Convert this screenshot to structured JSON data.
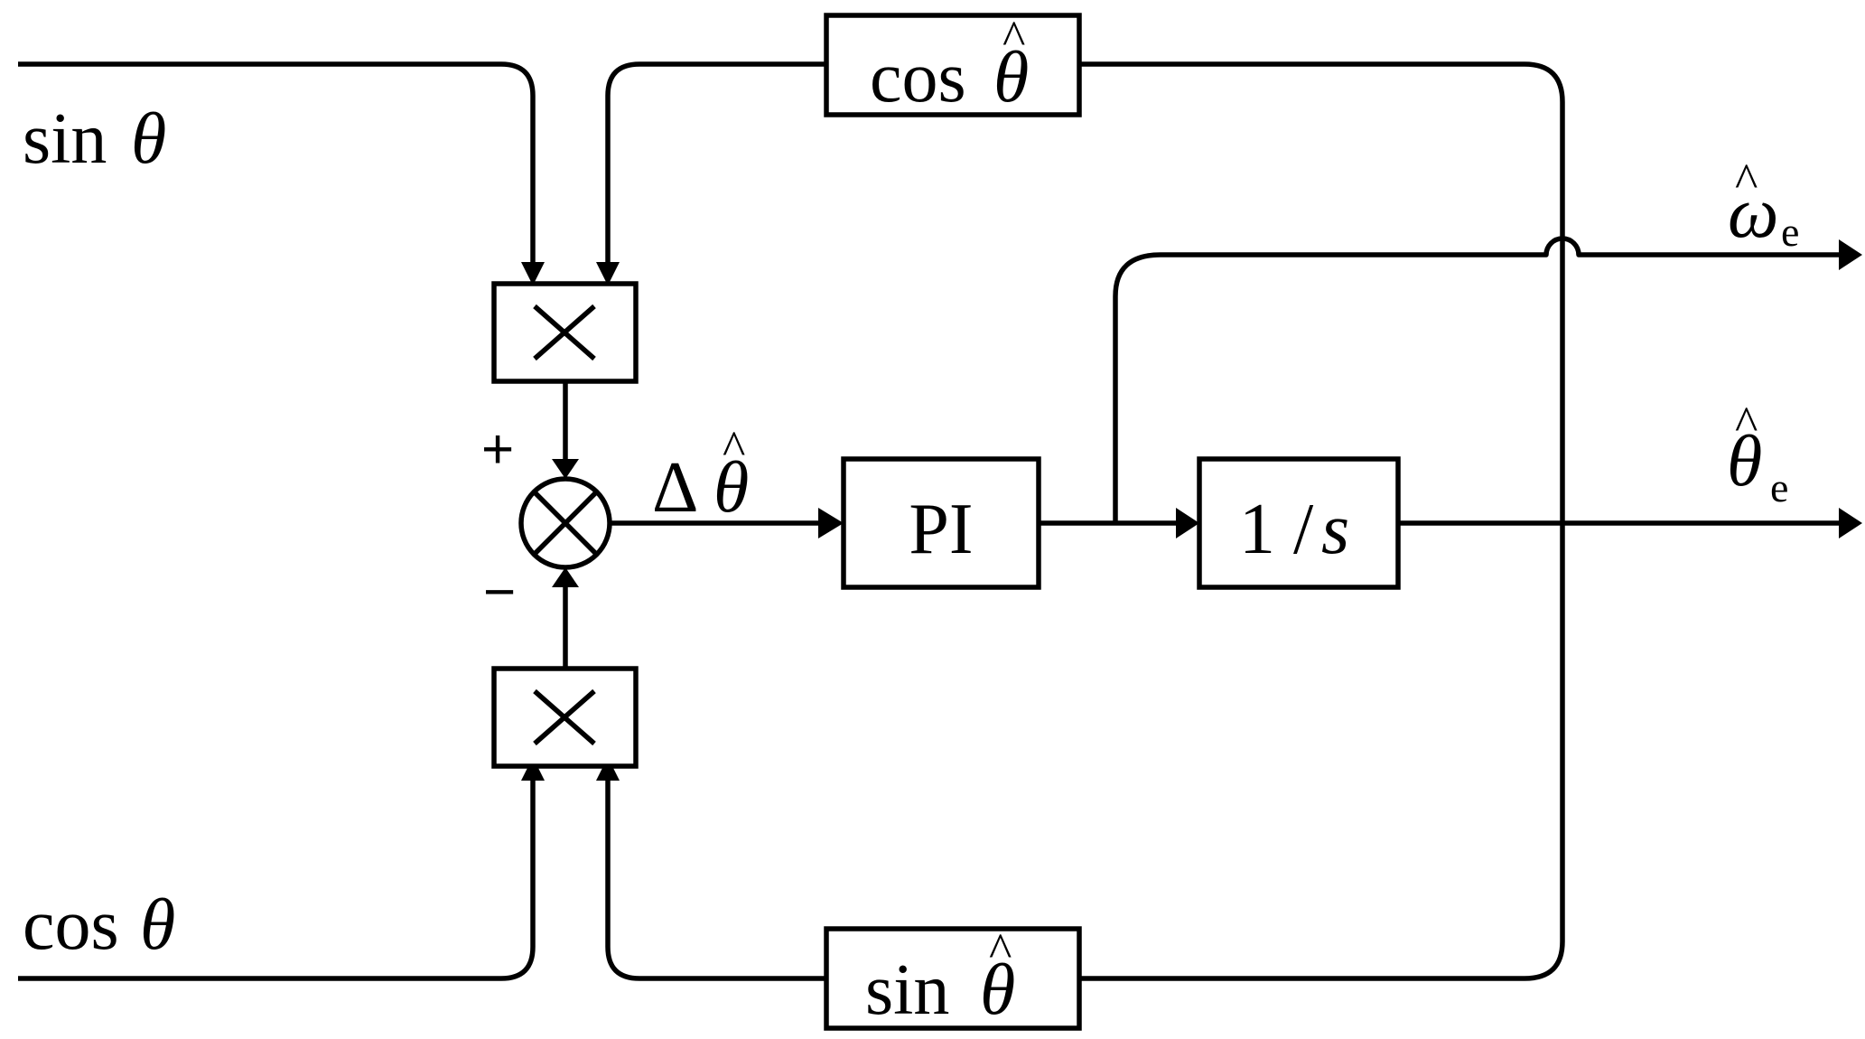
{
  "diagram": {
    "inputs": {
      "sin_in": {
        "func": "sin",
        "var": "θ"
      },
      "cos_in": {
        "func": "cos",
        "var": "θ"
      }
    },
    "feedback": {
      "cos_fb": {
        "func": "cos",
        "var": "θ",
        "hat": "^"
      },
      "sin_fb": {
        "func": "sin",
        "var": "θ",
        "hat": "^"
      }
    },
    "multiplier_symbol": "×",
    "summing_signs": {
      "plus": "+",
      "minus": "−"
    },
    "error": {
      "delta": "Δ",
      "var": "θ",
      "hat": "^"
    },
    "pi_block": "PI",
    "integrator": {
      "num": "1 /",
      "den": "s"
    },
    "outputs": {
      "omega": {
        "var": "ω",
        "sub": "e",
        "hat": "^"
      },
      "theta": {
        "var": "θ",
        "sub": "e",
        "hat": "^"
      }
    }
  }
}
